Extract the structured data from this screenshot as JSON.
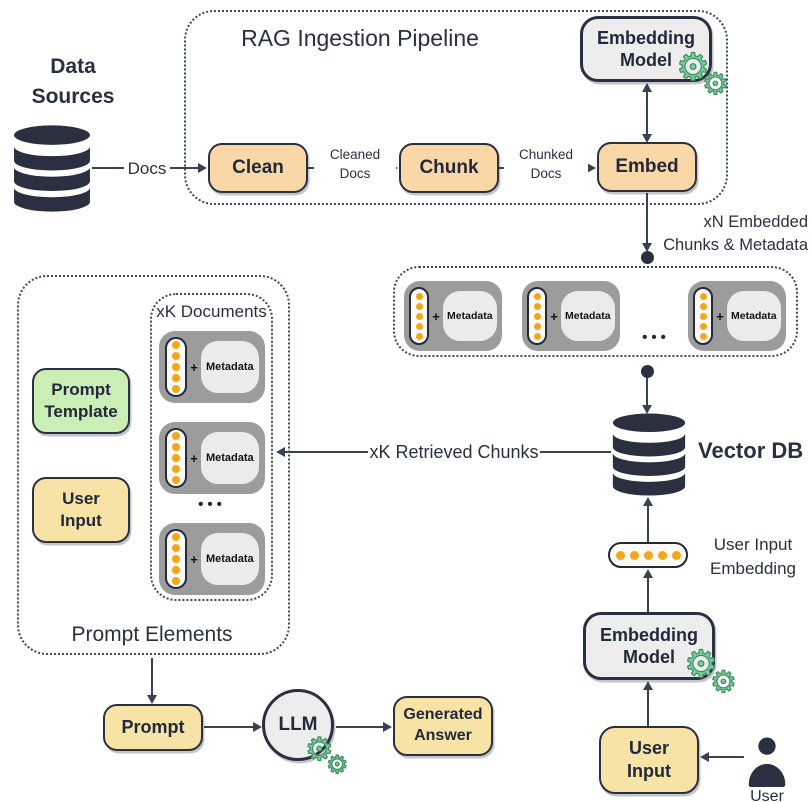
{
  "colors": {
    "ink": "#2b3040",
    "peach_node": "#fad7a6",
    "yellow_node": "#f8e3a6",
    "green_node": "#cbeeb6",
    "gray_item": "#9c9c9c",
    "light_node": "#ededed",
    "orange_dot": "#f2a71b",
    "gear_green": "#7ccd9b"
  },
  "icons": {
    "gear": "⚙",
    "ellipsis": "•••",
    "plus": "+"
  },
  "data_sources": {
    "lines": [
      "Data",
      "Sources"
    ],
    "docs_label": "Docs"
  },
  "ingestion": {
    "title": "RAG Ingestion Pipeline",
    "clean": "Clean",
    "cleaned_docs_lines": [
      "Cleaned",
      "Docs"
    ],
    "chunk": "Chunk",
    "chunked_docs_lines": [
      "Chunked",
      "Docs"
    ],
    "embed": "Embed",
    "embedding_model_lines": [
      "Embedding",
      "Model"
    ],
    "output_lines": [
      "xN Embedded",
      "Chunks & Metadata"
    ]
  },
  "chunk_store": {
    "items": [
      {
        "label": "Metadata"
      },
      {
        "label": "Metadata"
      },
      {
        "label": "Metadata"
      }
    ]
  },
  "vector_db": {
    "label": "Vector DB"
  },
  "retrieval": {
    "retrieved_label": "xK Retrieved Chunks",
    "embedding_lines": [
      "User Input",
      "Embedding"
    ],
    "embedding_model_lines": [
      "Embedding",
      "Model"
    ],
    "user_input_lines": [
      "User",
      "Input"
    ],
    "user_label": "User"
  },
  "prompt_elements": {
    "box_label": "Prompt Elements",
    "documents_label": "xK Documents",
    "items": [
      {
        "label": "Metadata"
      },
      {
        "label": "Metadata"
      },
      {
        "label": "Metadata"
      }
    ],
    "prompt_template_lines": [
      "Prompt",
      "Template"
    ],
    "user_input_lines": [
      "User",
      "Input"
    ]
  },
  "generation": {
    "prompt": "Prompt",
    "llm": "LLM",
    "generated_answer_lines": [
      "Generated",
      "Answer"
    ]
  }
}
